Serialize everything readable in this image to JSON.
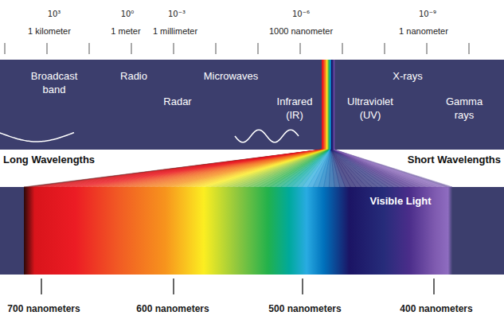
{
  "diagram": {
    "nodes": [
      {
        "text": [
          "Broadcast band",
          "Radio",
          "Microwaves",
          "Radar",
          "Infrared (IR)",
          "Ultraviolet (UV)",
          "X-rays",
          "Gamma rays"
        ]
      },
      {
        "text": [
          "Visible Light"
        ]
      }
    ],
    "labels": [
      "10³",
      "1 kilometer",
      "10⁰",
      "1 meter",
      "10⁻³",
      "1 millimeter",
      "10⁻⁶",
      "1000 nanometer",
      "10⁻⁹",
      "1 nanometer",
      "Long Wavelengths",
      "Short Wavelengths",
      "700 nanometers",
      "600 nanometers",
      "500 nanometers",
      "400 nanometers"
    ]
  }
}
